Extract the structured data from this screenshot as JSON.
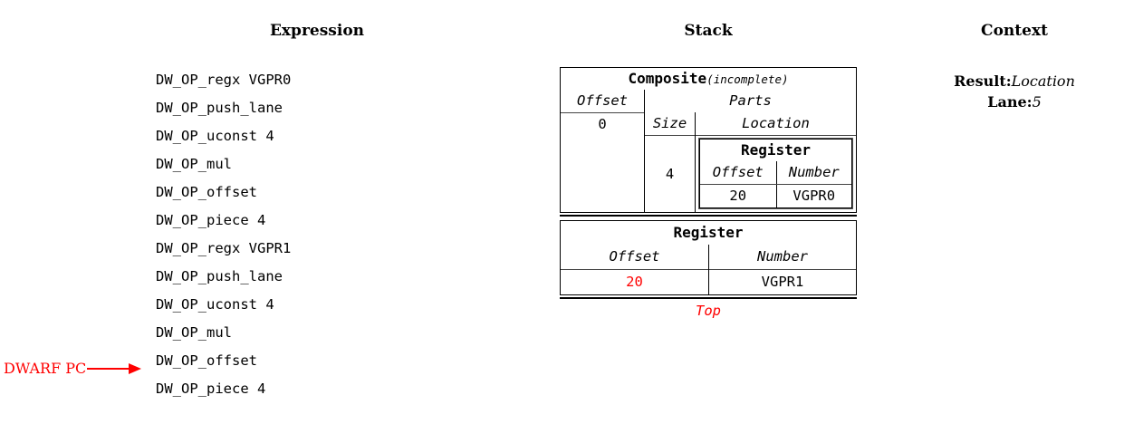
{
  "headers": {
    "expression": "Expression",
    "stack": "Stack",
    "context": "Context"
  },
  "expression": {
    "lines": [
      "DW_OP_regx VGPR0",
      "DW_OP_push_lane",
      "DW_OP_uconst 4",
      "DW_OP_mul",
      "DW_OP_offset",
      "DW_OP_piece 4",
      "DW_OP_regx VGPR1",
      "DW_OP_push_lane",
      "DW_OP_uconst 4",
      "DW_OP_mul",
      "DW_OP_offset",
      "DW_OP_piece 4"
    ],
    "pc_marker": {
      "label": "DWARF PC",
      "color": "#ff0000",
      "points_to_line_index": 11
    }
  },
  "stack": {
    "top_label": "Top",
    "top_label_color": "#ff0000",
    "entries": [
      {
        "kind": "composite",
        "title": "Composite",
        "title_suffix": "(incomplete)",
        "offset_header": "Offset",
        "offset_value": "0",
        "parts_header": "Parts",
        "size_header": "Size",
        "location_header": "Location",
        "parts": [
          {
            "size": "4",
            "location": {
              "kind": "register",
              "title": "Register",
              "offset_header": "Offset",
              "number_header": "Number",
              "offset_value": "20",
              "number_value": "VGPR0",
              "offset_value_color": "#000000"
            }
          }
        ]
      },
      {
        "kind": "register",
        "title": "Register",
        "offset_header": "Offset",
        "number_header": "Number",
        "offset_value": "20",
        "number_value": "VGPR1",
        "offset_value_color": "#ff0000"
      }
    ]
  },
  "context": {
    "rows": [
      {
        "key": "Result:",
        "value": "Location"
      },
      {
        "key": "Lane:",
        "value": "5"
      }
    ]
  }
}
